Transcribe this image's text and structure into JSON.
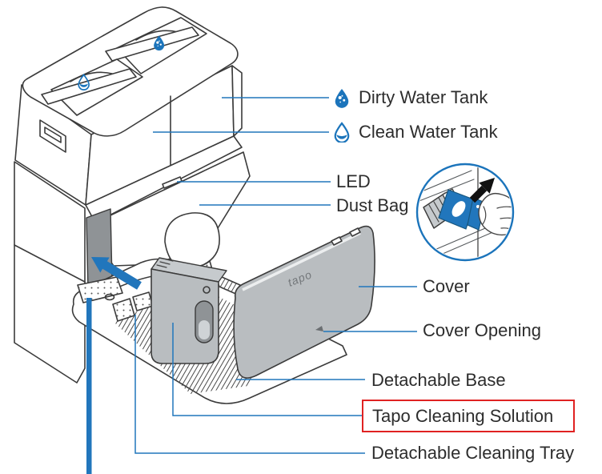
{
  "labels": {
    "dirty_water_tank": "Dirty Water Tank",
    "clean_water_tank": "Clean Water Tank",
    "led": "LED",
    "dust_bag": "Dust Bag",
    "cover": "Cover",
    "cover_opening": "Cover Opening",
    "detachable_base": "Detachable Base",
    "tapo_cleaning_solution": "Tapo Cleaning Solution",
    "detachable_cleaning_tray": "Detachable Cleaning Tray"
  },
  "illustration": {
    "cover_logo": "tapo",
    "icons": {
      "dirty_water_tank": "droplet-filled-with-bubbles-icon",
      "clean_water_tank": "droplet-outline-half-full-icon",
      "insert_arrow": "blue-insert-direction-arrow",
      "inset_arrow": "black-pull-out-arrow"
    }
  },
  "colors": {
    "accent_blue": "#2176bc",
    "icon_blue": "#1b74bb",
    "highlight_red": "#e02222",
    "line_dark": "#3b3b3b",
    "panel_gray": "#b9bdc0",
    "slot_gray": "#8f9396",
    "text": "#2d2d2d"
  }
}
